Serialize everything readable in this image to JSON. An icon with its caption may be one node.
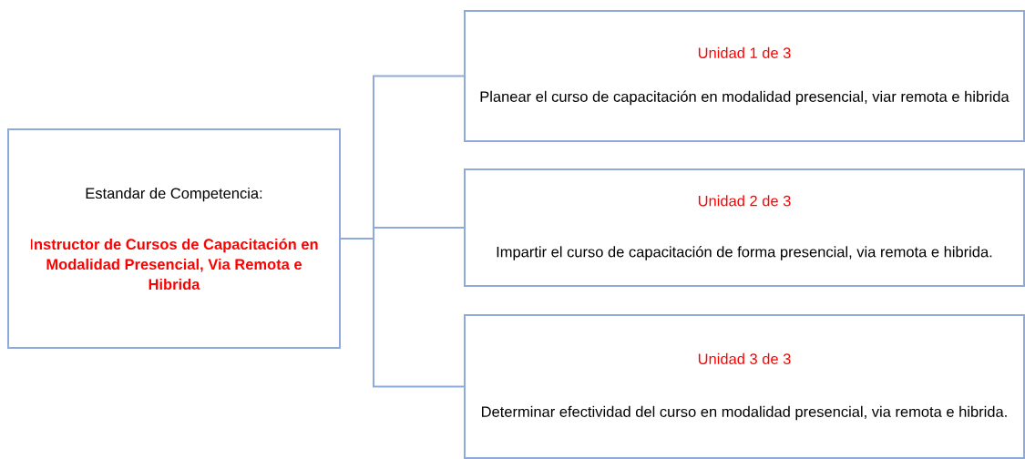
{
  "diagram": {
    "nodes": [
      {
        "text": [
          "Estandar de Competencia:",
          "I**nstructor de Cursos de Capacitación en Modalidad Presencial, Via Remota e Hibrida**"
        ]
      },
      {
        "text": [
          "Unidad 1 de 3",
          "Planear el curso de capacitación en modalidad presencial, viar remota e hibrida"
        ]
      },
      {
        "text": [
          "Unidad 2 de 3",
          "Impartir el curso de capacitación de forma presencial, via remota e hibrida."
        ]
      },
      {
        "text": [
          "Unidad 3 de 3",
          "Determinar efectividad del curso en modalidad presencial, via remota e hibrida."
        ]
      }
    ],
    "edges": [
      {
        "from": 0,
        "to": 1,
        "arrow": "none"
      },
      {
        "from": 0,
        "to": 2,
        "arrow": "none"
      },
      {
        "from": 0,
        "to": 3,
        "arrow": "none"
      }
    ]
  }
}
